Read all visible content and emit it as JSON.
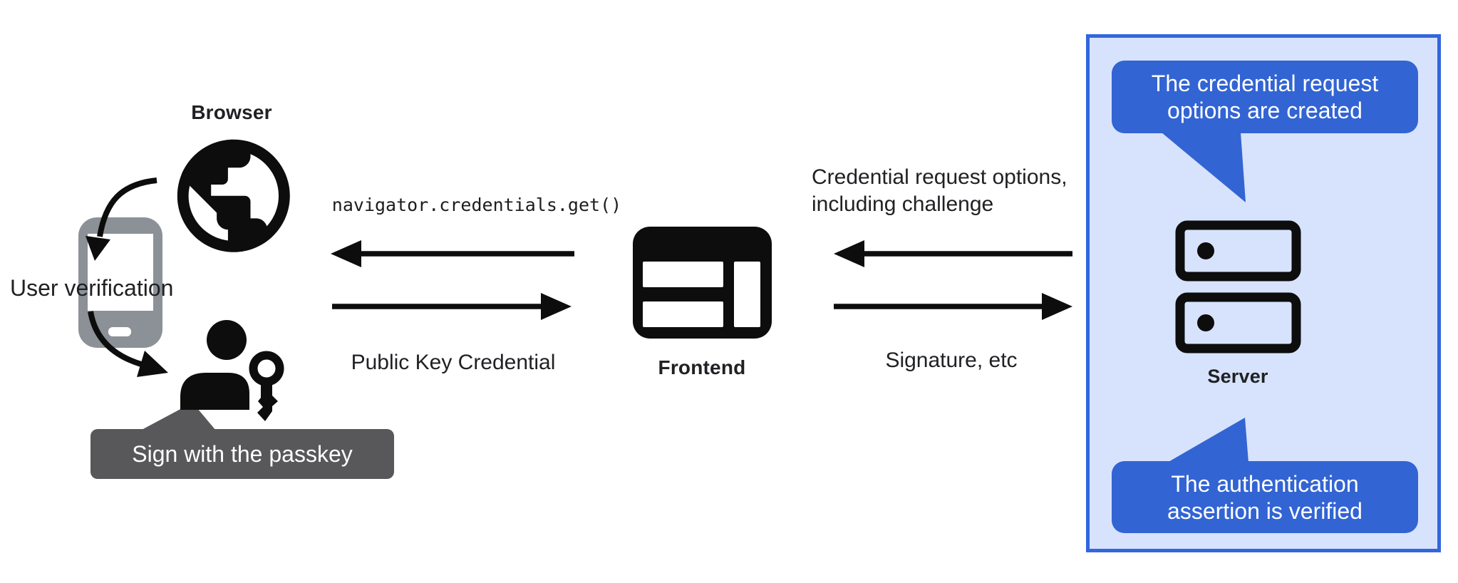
{
  "diagram": {
    "title_note": "Passkey authentication flow",
    "nodes": {
      "browser": {
        "label": "Browser"
      },
      "frontend": {
        "label": "Frontend"
      },
      "server": {
        "label": "Server"
      },
      "user_verification": {
        "label": "User verification"
      },
      "passkey_tooltip": {
        "label": "Sign with the passkey"
      }
    },
    "messages": {
      "navigator_call": "navigator.credentials.get()",
      "public_key_credential": "Public Key Credential",
      "credential_request": {
        "line1": "Credential request options,",
        "line2": "including challenge"
      },
      "signature": "Signature, etc"
    },
    "callouts": {
      "top": {
        "line1": "The credential request",
        "line2": "options are created"
      },
      "bottom": {
        "line1": "The authentication",
        "line2": "assertion is verified"
      }
    },
    "icons": [
      "globe-icon",
      "smartphone-icon",
      "person-icon",
      "key-icon",
      "browser-window-icon",
      "server-stack-icon",
      "arrow-left-icon",
      "arrow-right-icon",
      "curved-arrow-icon",
      "speech-bubble-tail"
    ],
    "colors": {
      "callout_blue": "#3264d3",
      "panel_bg": "#d7e3fc",
      "panel_border": "#3366dd",
      "tooltip_gray": "#58585a",
      "phone_gray": "#8b9197",
      "ink": "#0d0d0e",
      "text": "#202124"
    }
  }
}
